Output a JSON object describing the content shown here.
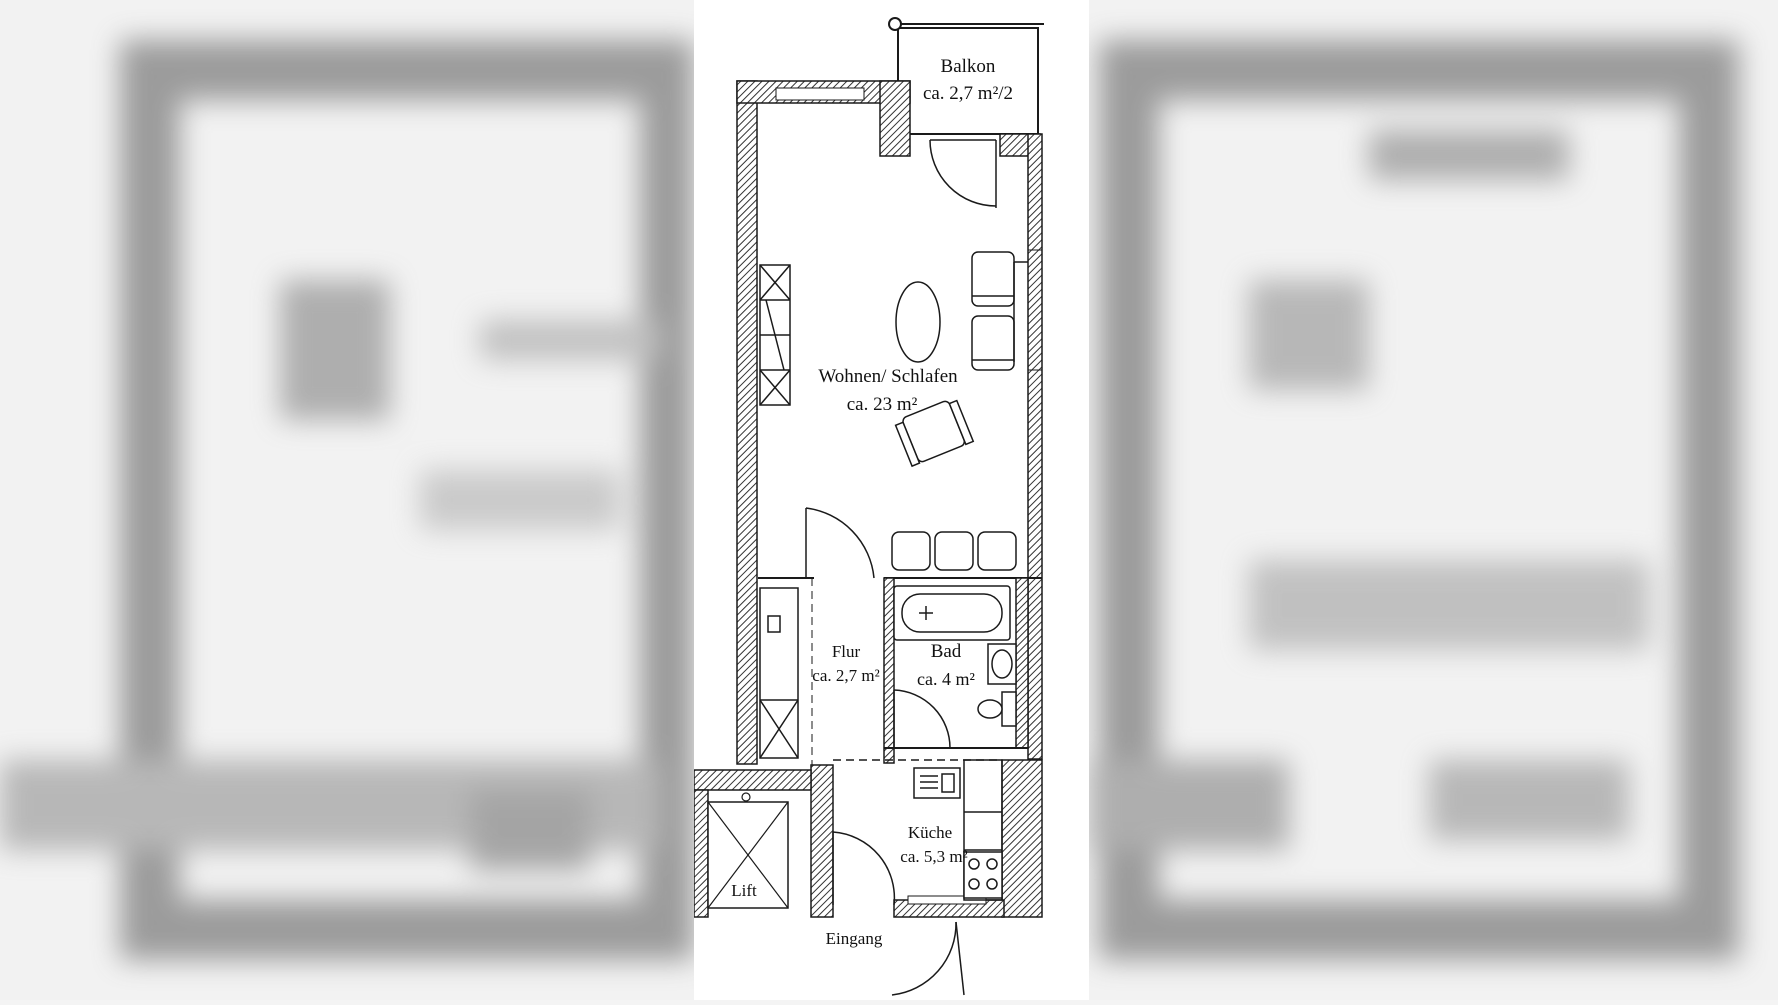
{
  "rooms": {
    "balkon": {
      "name": "Balkon",
      "area": "ca. 2,7 m²/2"
    },
    "wohnen": {
      "name": "Wohnen/ Schlafen",
      "area": "ca. 23 m²"
    },
    "flur": {
      "name": "Flur",
      "area": "ca. 2,7 m²"
    },
    "bad": {
      "name": "Bad",
      "area": "ca. 4 m²"
    },
    "kueche": {
      "name": "Küche",
      "area": "ca. 5,3 m²"
    },
    "lift": {
      "name": "Lift"
    }
  },
  "entrance": {
    "label": "Eingang"
  },
  "colors": {
    "wall_hatch": "#555555",
    "line": "#1a1a1a",
    "background": "#ffffff"
  }
}
